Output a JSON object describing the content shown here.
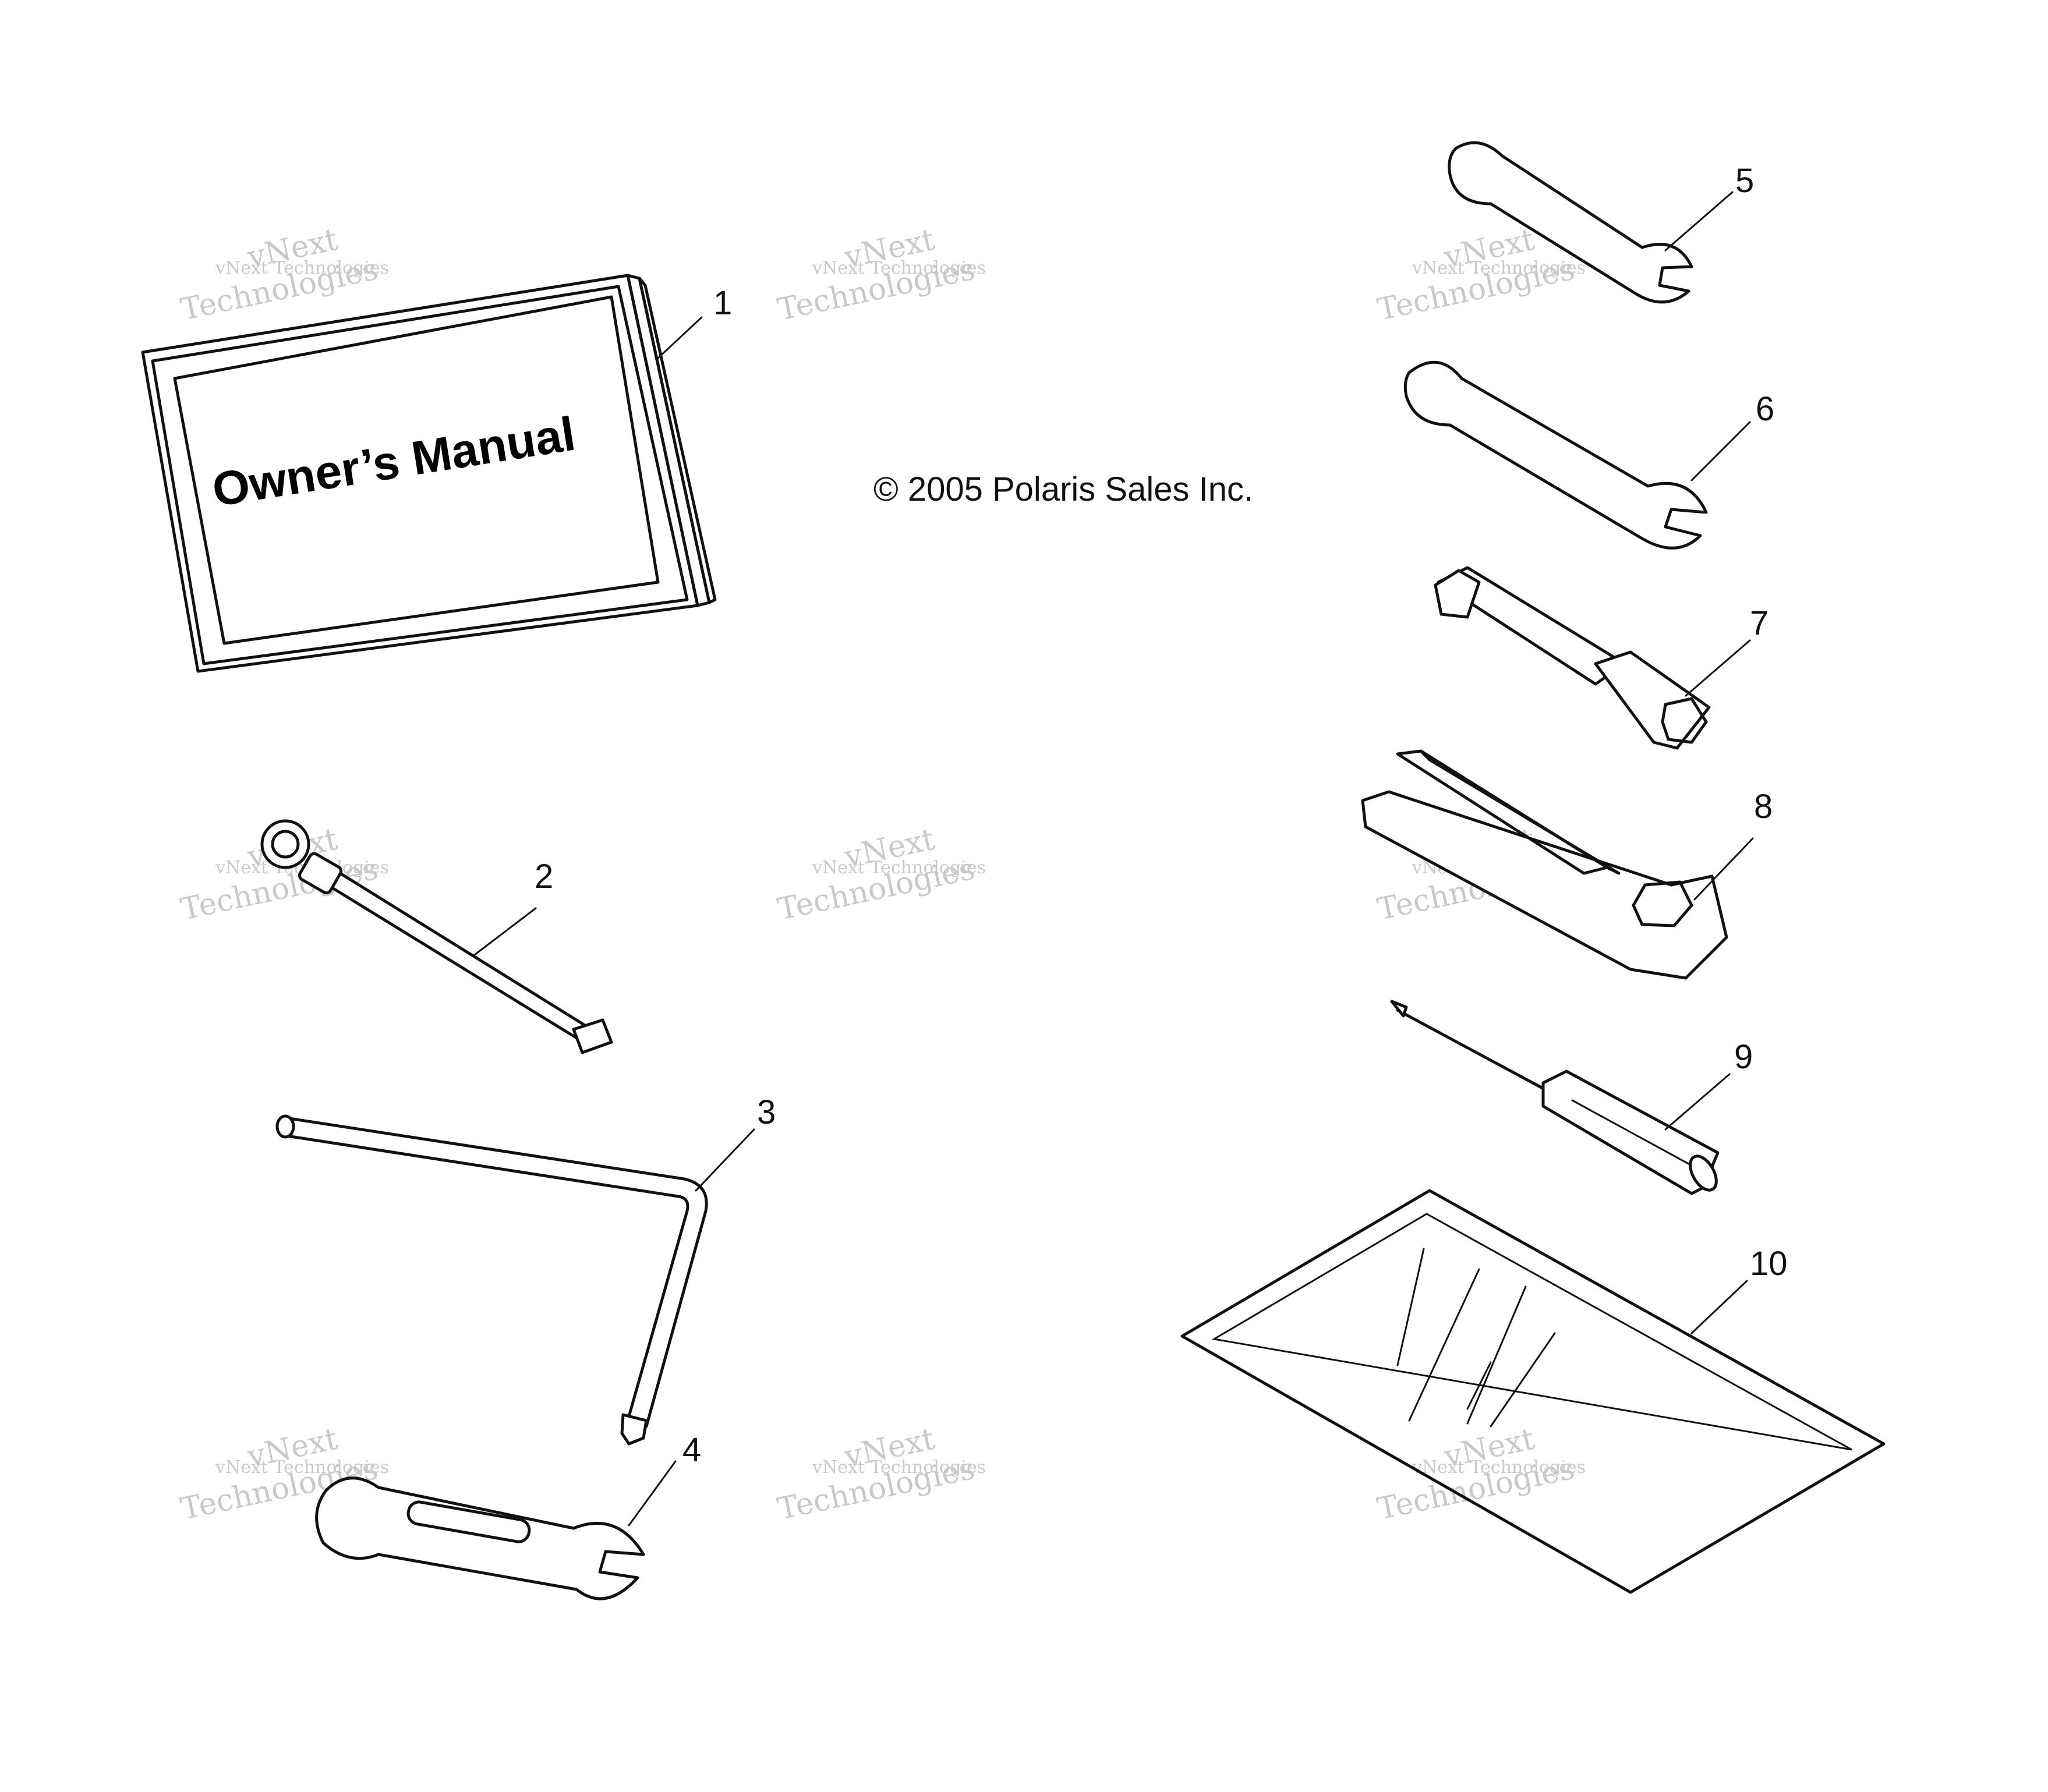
{
  "copyright": "© 2005 Polaris Sales Inc.",
  "manual_cover_text": "Owner’s Manual",
  "callouts": [
    "1",
    "2",
    "3",
    "4",
    "5",
    "6",
    "7",
    "8",
    "9",
    "10"
  ],
  "watermark": {
    "small": "vNext Technologies",
    "top": "vNext",
    "bottom": "Technologies"
  }
}
